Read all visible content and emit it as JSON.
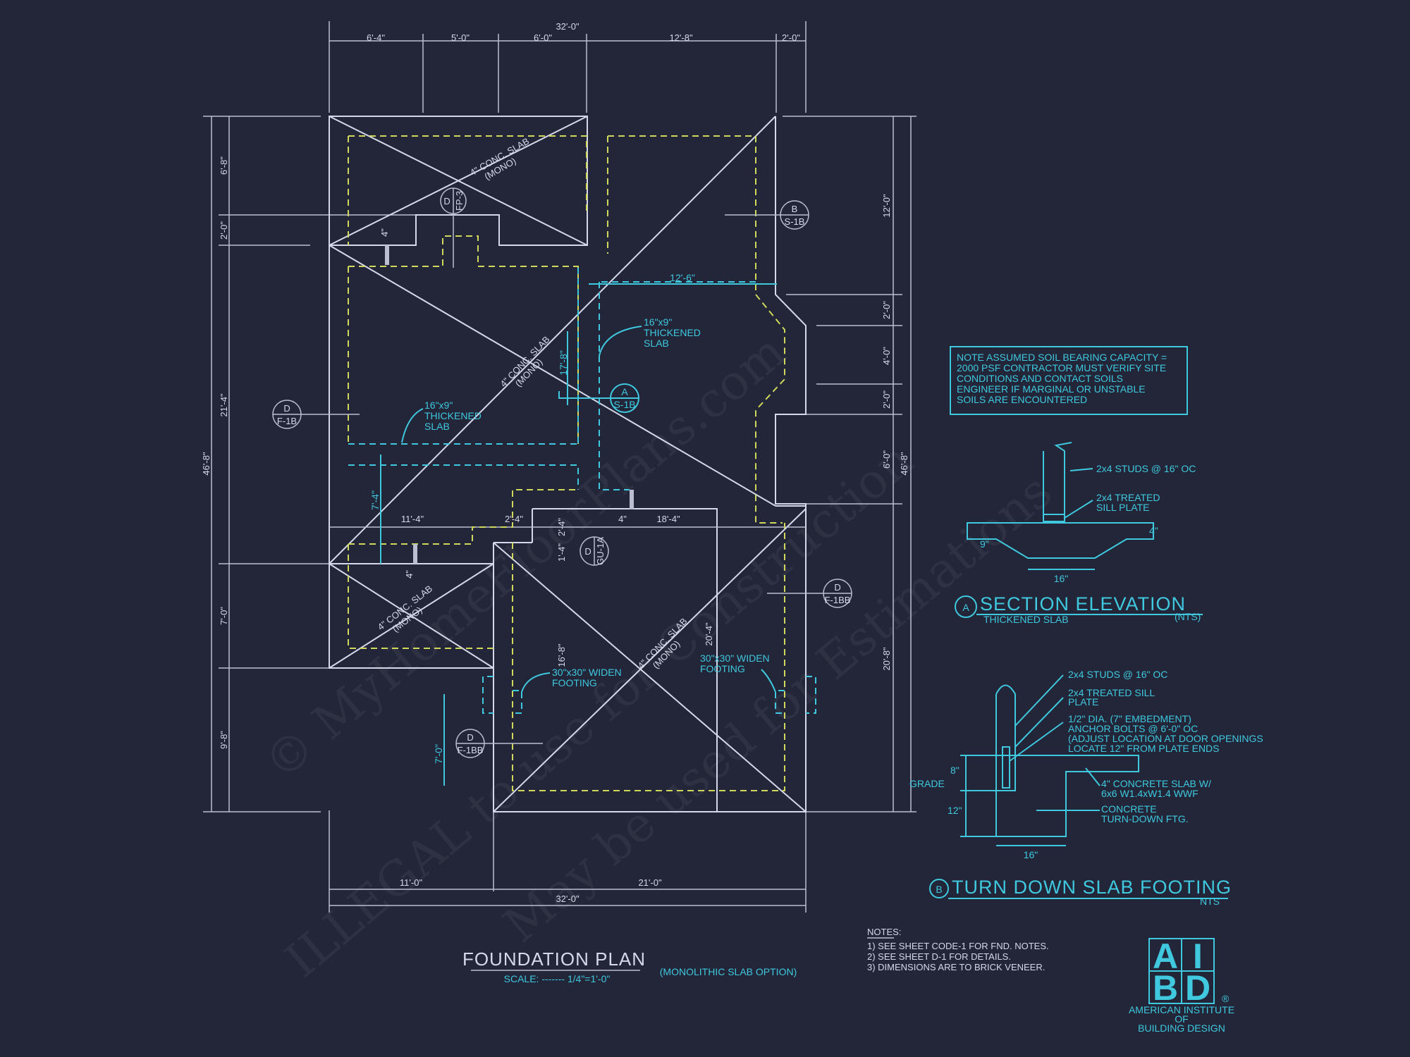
{
  "plan": {
    "title": "FOUNDATION PLAN",
    "scale": "SCALE: ------- 1/4\"=1'-0\"",
    "option": "(MONOLITHIC SLAB OPTION)"
  },
  "dims": {
    "top_total": "32'-0\"",
    "top_segments": [
      "6'-4\"",
      "5'-0\"",
      "6'-0\"",
      "12'-8\"",
      "2'-0\""
    ],
    "bottom_total": "32'-0\"",
    "bottom_segments": [
      "11'-0\"",
      "21'-0\""
    ],
    "left_total": "46'-8\"",
    "left_segments": [
      "6'-8\"",
      "2'-0\"",
      "21'-4\"",
      "7'-0\"",
      "9'-8\""
    ],
    "right_total": "46'-8\"",
    "right_segments": [
      "12'-0\"",
      "2'-0\"",
      "4'-0\"",
      "2'-0\"",
      "6'-0\"",
      "20'-8\""
    ],
    "interior": [
      "12'-6\"",
      "17'-8\"",
      "7'-4\"",
      "11'-4\"",
      "2'-4\"",
      "18'-4\"",
      "2'-4\"",
      "1'-4\"",
      "16'-8\"",
      "20'-4\"",
      "7'-0\"",
      "4\"",
      "4\"",
      "4\"",
      "4\""
    ]
  },
  "callouts": {
    "slab": "4\" CONC. SLAB",
    "mono": "(MONO)",
    "thickened": [
      "16\"x9\"",
      "THICKENED",
      "SLAB"
    ],
    "widen_footing": [
      "30\"x30\" WIDEN",
      "FOOTING"
    ]
  },
  "tags": [
    {
      "top": "D",
      "bottom": "FP-3"
    },
    {
      "top": "B",
      "bottom": "S-1B"
    },
    {
      "top": "D",
      "bottom": "F-1B"
    },
    {
      "top": "A",
      "bottom": "S-1B"
    },
    {
      "top": "D",
      "bottom": "GU-1A"
    },
    {
      "top": "D",
      "bottom": "F-1BB"
    },
    {
      "top": "D",
      "bottom": "F-1BB"
    }
  ],
  "soil_note": [
    "NOTE ASSUMED SOIL BEARING CAPACITY =",
    "2000 PSF CONTRACTOR MUST VERIFY SITE",
    "CONDITIONS AND CONTACT SOILS",
    "ENGINEER IF MARGINAL OR UNSTABLE",
    "SOILS ARE ENCOUNTERED"
  ],
  "section_a": {
    "letter": "A",
    "title": "SECTION ELEVATION",
    "subtitle": "THICKENED SLAB",
    "nts": "(NTS)",
    "labels": [
      "2x4 STUDS @ 16\" OC",
      "2x4 TREATED",
      "SILL PLATE",
      "4\"",
      "9\"",
      "16\""
    ]
  },
  "section_b": {
    "letter": "B",
    "title": "TURN DOWN SLAB FOOTING",
    "nts": "NTS",
    "labels": [
      "2x4 STUDS @ 16\" OC",
      "2x4 TREATED SILL",
      "PLATE",
      "1/2\" DIA. (7\" EMBEDMENT)",
      "ANCHOR BOLTS @ 6'-0\" OC",
      "(ADJUST LOCATION AT DOOR OPENINGS",
      "LOCATE 12\" FROM PLATE ENDS",
      "4\" CONCRETE SLAB W/",
      "6x6 W1.4xW1.4 WWF",
      "CONCRETE",
      "TURN-DOWN FTG.",
      "GRADE",
      "8\"",
      "12\"",
      "16\""
    ]
  },
  "notes": {
    "heading": "NOTES:",
    "items": [
      "1) SEE SHEET CODE-1 FOR FND. NOTES.",
      "2) SEE SHEET D-1 FOR DETAILS.",
      "3) DIMENSIONS ARE TO BRICK VENEER."
    ]
  },
  "logo": {
    "letters": [
      "A",
      "I",
      "B",
      "D"
    ],
    "name": [
      "AMERICAN INSTITUTE",
      "OF",
      "BUILDING DESIGN"
    ],
    "mark": "®"
  },
  "watermarks": [
    "© MyHomeFloorPlans.com",
    "ILLEGAL to use for Construction",
    "May be used for Estimations"
  ]
}
